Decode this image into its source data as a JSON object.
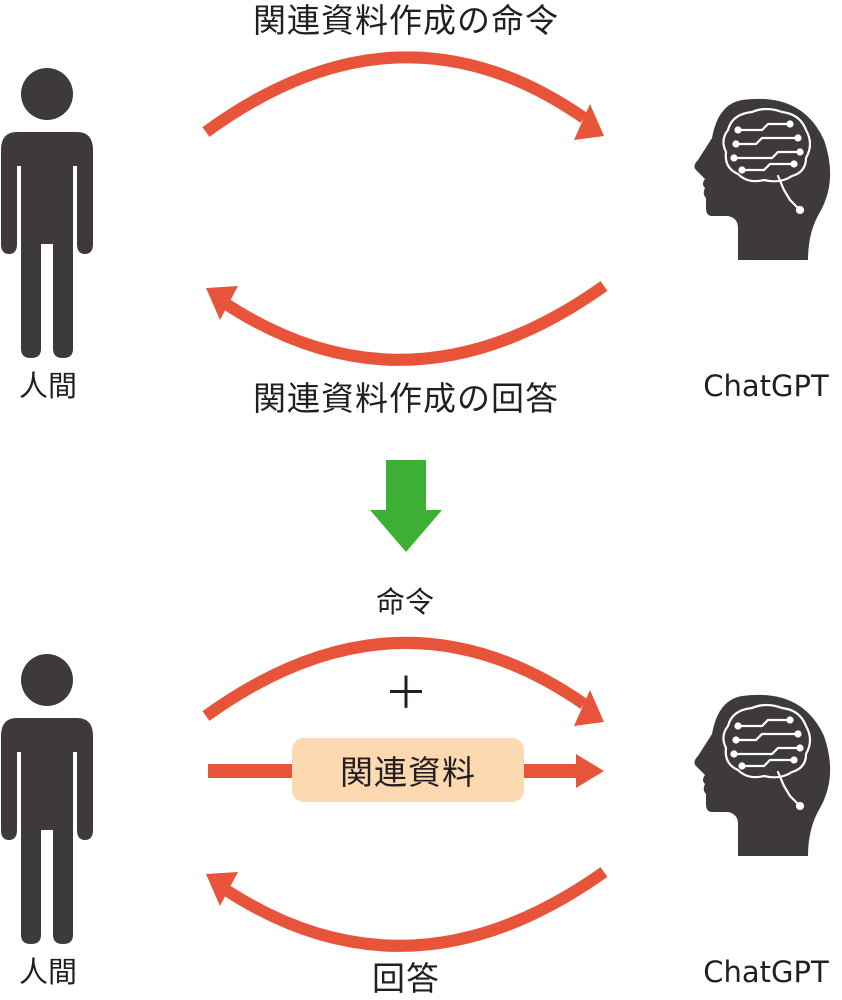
{
  "colors": {
    "arrow_red": "#e8543a",
    "arrow_green": "#3cb034",
    "figure_gray": "#3e3a39",
    "box_fill": "#fcd9b1"
  },
  "top": {
    "command_label": "関連資料作成の命令",
    "answer_label": "関連資料作成の回答",
    "human_label": "人間",
    "ai_label": "ChatGPT"
  },
  "bottom": {
    "command_label": "命令",
    "plus_label": "＋",
    "material_label": "関連資料",
    "answer_label": "回答",
    "human_label": "人間",
    "ai_label": "ChatGPT"
  },
  "icons": {
    "human": "person-icon",
    "ai": "ai-head-brain-icon",
    "transition": "down-arrow-icon"
  }
}
